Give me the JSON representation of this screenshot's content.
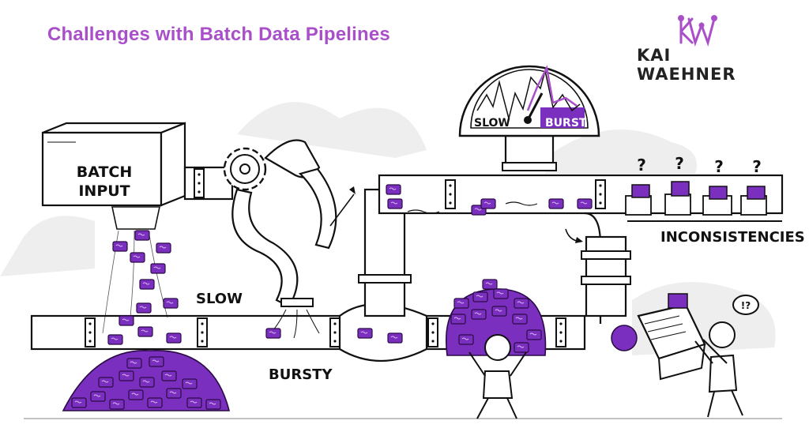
{
  "title": "Challenges with Batch Data Pipelines",
  "logo": {
    "monogram": "KW",
    "brand": "KAI WAEHNER"
  },
  "labels": {
    "batch_input_line1": "BATCH",
    "batch_input_line2": "INPUT",
    "slow": "SLOW",
    "bursty": "BURSTY",
    "inconsistencies": "INCONSISTENCIES",
    "gauge_slow": "SLOW",
    "gauge_burst": "BURST",
    "question_mark": "?",
    "exclamation": "!?"
  },
  "colors": {
    "accent": "#a94fc9",
    "data_block": "#7b2fbe",
    "ink": "#111111",
    "bg_blob": "#eeeeee"
  }
}
